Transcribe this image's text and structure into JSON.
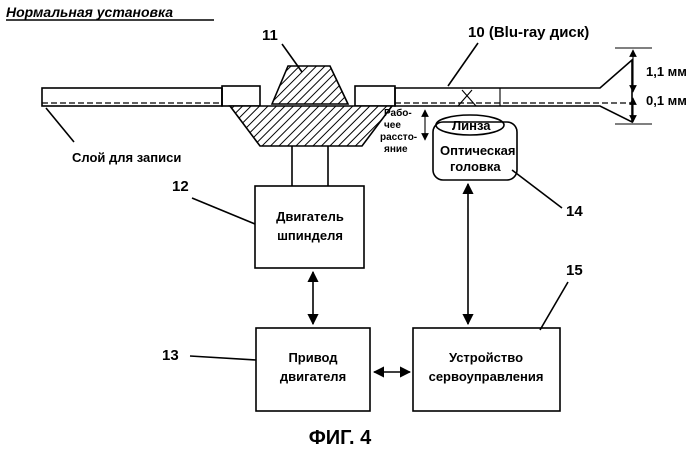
{
  "title": "Нормальная установка",
  "labels": {
    "clamp": "11",
    "disc": "10 (Blu-ray диск)",
    "thickness_top": "1,1 мм",
    "thickness_bottom": "0,1 мм",
    "recording_layer": "Слой для записи",
    "working_distance_1": "Рабо-",
    "working_distance_2": "чее",
    "working_distance_3": "расстo-",
    "working_distance_4": "яние",
    "lens": "Линза",
    "optical_head_1": "Оптическая",
    "optical_head_2": "головка",
    "num_spindle": "12",
    "num_optical": "14",
    "num_driver": "13",
    "num_servo": "15"
  },
  "boxes": {
    "spindle_motor_1": "Двигатель",
    "spindle_motor_2": "шпинделя",
    "motor_driver_1": "Привод",
    "motor_driver_2": "двигателя",
    "servo_1": "Устройство",
    "servo_2": "сервоуправления"
  },
  "caption": "ФИГ. 4"
}
